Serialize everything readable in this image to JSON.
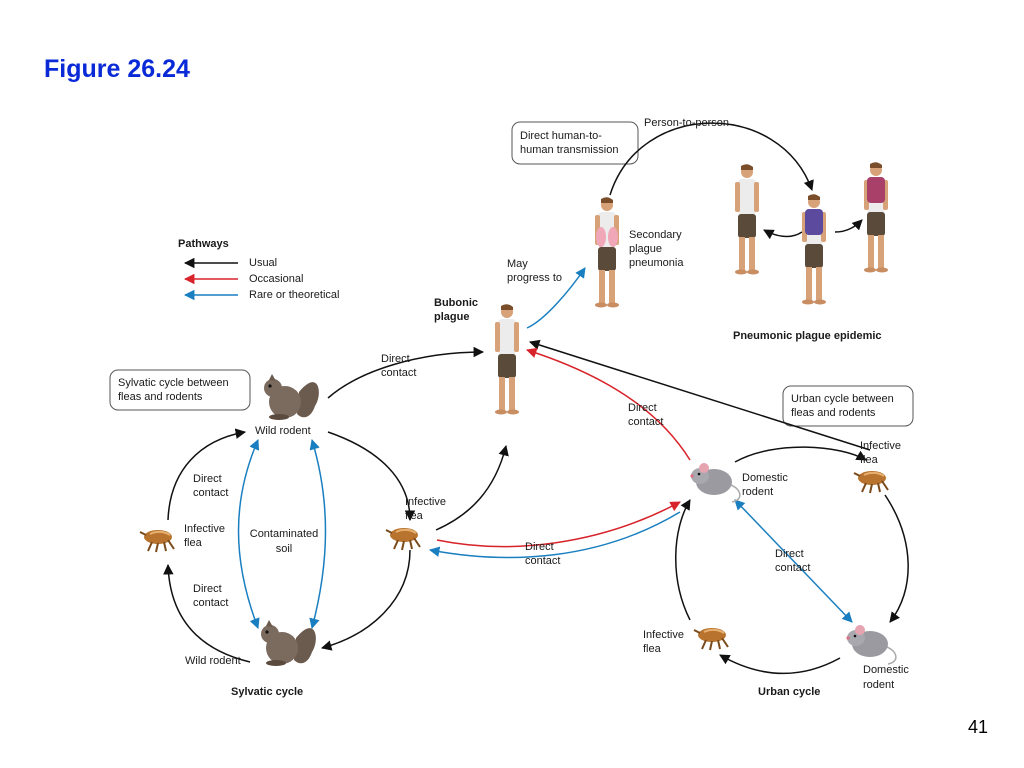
{
  "title": "Figure 26.24",
  "page_number": "41",
  "colors": {
    "title": "#0a2ad8",
    "usual": "#111111",
    "occasional": "#d8232a",
    "rare": "#1a7fc0"
  },
  "legend": {
    "title": "Pathways",
    "usual": "Usual",
    "occasional": "Occasional",
    "rare": "Rare or theoretical"
  },
  "boxes": {
    "sylvatic_box": [
      "Sylvatic cycle between",
      "fleas and rodents"
    ],
    "urban_box": [
      "Urban cycle between",
      "fleas and rodents"
    ],
    "human_box": [
      "Direct human-to-",
      "human transmission"
    ]
  },
  "labels": {
    "person_to_person": "Person-to-person",
    "secondary_pneumonia": [
      "Secondary",
      "plague",
      "pneumonia"
    ],
    "may_progress": [
      "May",
      "progress to"
    ],
    "bubonic": [
      "Bubonic",
      "plague"
    ],
    "pneumonic_epidemic": "Pneumonic plague epidemic",
    "direct_contact_wild_to_human": [
      "Direct",
      "contact"
    ],
    "direct_contact_domestic_to_human": [
      "Direct",
      "contact"
    ],
    "wild_rodent_top": "Wild rodent",
    "wild_rodent_bottom": "Wild rodent",
    "direct_contact_left_top": [
      "Direct",
      "contact"
    ],
    "direct_contact_left_bottom": [
      "Direct",
      "contact"
    ],
    "infective_flea_left": [
      "Infective",
      "flea"
    ],
    "contaminated_soil": [
      "Contaminated",
      "soil"
    ],
    "infective_flea_center": [
      "Infective",
      "flea"
    ],
    "direct_contact_center": [
      "Direct",
      "contact"
    ],
    "domestic_rodent_top": [
      "Domestic",
      "rodent"
    ],
    "infective_flea_right": [
      "Infective",
      "flea"
    ],
    "direct_contact_urban": [
      "Direct",
      "contact"
    ],
    "infective_flea_bottom": [
      "Infective",
      "flea"
    ],
    "domestic_rodent_bottom": [
      "Domestic",
      "rodent"
    ],
    "sylvatic_cycle": "Sylvatic cycle",
    "urban_cycle": "Urban cycle"
  }
}
